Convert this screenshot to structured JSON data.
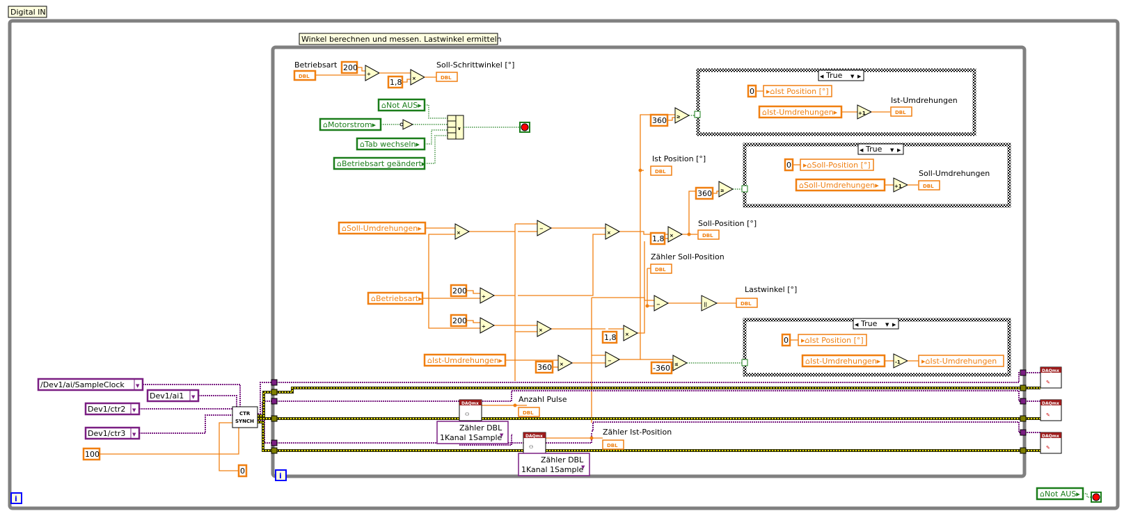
{
  "outer_loop": {
    "label": "Digital IN",
    "iteration_icon": "i"
  },
  "inner_loop": {
    "label": "Winkel berechnen und messen. Lastwinkel ermitteln",
    "iteration_icon": "i"
  },
  "top_section": {
    "betriebsart_label": "Betriebsart",
    "betriebsart_type": "DBL",
    "const_200": "200",
    "const_1_8": "1,8",
    "soll_schrittwinkel_label": "Soll-Schrittwinkel [°]",
    "soll_schrittwinkel_type": "DBL"
  },
  "boolean_locals": [
    {
      "label": "Not AUS"
    },
    {
      "label": "Motorstrom"
    },
    {
      "label": "Tab wechseln"
    },
    {
      "label": "Betriebsart geändert"
    }
  ],
  "primitives": {
    "divide": "÷",
    "multiply": "×",
    "subtract": "−",
    "not": "¬",
    "or": "∨",
    "ge": "≥",
    "le": "≤",
    "abs": "||",
    "inc": "+1",
    "dec": "-1"
  },
  "case_structures": [
    {
      "selector": "True",
      "const": "0",
      "position_local": "Ist Position [°]",
      "umdrehungen_local": "Ist-Umdrehungen",
      "op": "+1",
      "output_label": "Ist-Umdrehungen",
      "output_type": "DBL",
      "compare_const": "360"
    },
    {
      "selector": "True",
      "const": "0",
      "position_local": "Soll-Position [°]",
      "umdrehungen_local": "Soll-Umdrehungen",
      "op": "+1",
      "output_label": "Soll-Umdrehungen",
      "output_type": "DBL",
      "compare_const": "360"
    },
    {
      "selector": "True",
      "const": "0",
      "position_local": "Ist Position [°]",
      "umdrehungen_local": "Ist-Umdrehungen",
      "op": "-1",
      "output_local": "Ist-Umdrehungen",
      "compare_const": "-360"
    }
  ],
  "middle_section": {
    "soll_umdrehungen_local": "Soll-Umdrehungen",
    "betriebsart_local": "Betriebsart",
    "ist_umdrehungen_local": "Ist-Umdrehungen",
    "const_200_a": "200",
    "const_200_b": "200",
    "const_1_8_a": "1,8",
    "const_1_8_b": "1,8",
    "const_360": "360",
    "ist_position_label": "Ist Position [°]",
    "soll_position_label": "Soll-Position [°]",
    "zaehler_soll_label": "Zähler Soll-Position",
    "lastwinkel_label": "Lastwinkel [°]",
    "anzahl_pulse_label": "Anzahl Pulse",
    "zaehler_ist_label": "Zähler Ist-Position",
    "indicator_type": "DBL"
  },
  "daqmx": {
    "channels": [
      {
        "value": "/Dev1/ai/SampleClock"
      },
      {
        "value": "Dev1/ai1"
      },
      {
        "value": "Dev1/ctr2"
      },
      {
        "value": "Dev1/ctr3"
      }
    ],
    "const_100": "100",
    "const_0": "0",
    "subvi_label_line1": "CTR",
    "subvi_label_line2": "SYNCH",
    "read_badge": "DAQmx",
    "read_polymorphic": [
      {
        "line1": "Zähler DBL",
        "line2": "1Kanal 1Sample"
      },
      {
        "line1": "Zähler DBL",
        "line2": "1Kanal 1Sample"
      }
    ],
    "clear_badge": "DAQmx"
  },
  "bottom_right": {
    "not_aus_local": "Not AUS"
  },
  "colors": {
    "numeric": "#f07f10",
    "boolean": "#1a7d1a",
    "daq": "#7a1e82",
    "error": "#e8e000",
    "loop": "#808080",
    "iteration": "#0000ff"
  }
}
